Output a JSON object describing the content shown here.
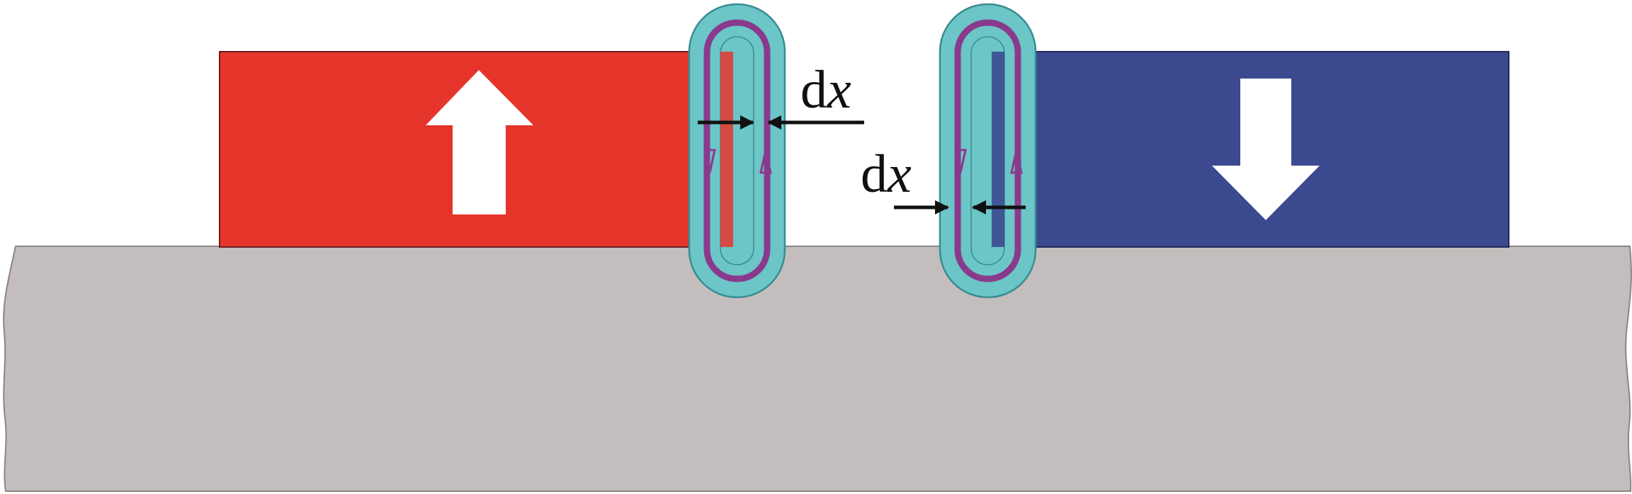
{
  "labels": {
    "dx_left": {
      "roman": "d",
      "italic": "x"
    },
    "dx_right": {
      "roman": "d",
      "italic": "x"
    }
  },
  "colors": {
    "substrate": "#c3bebd",
    "substrate_edge": "#8a8584",
    "magnet_up": "#e5352b",
    "magnet_down": "#3b4a8f",
    "coil_fill": "#6cc5c7",
    "coil_outline": "#3a8c90",
    "coil_wire": "#8a3a8c",
    "coil_core": "#6cc5c7",
    "arrow_white": "#ffffff",
    "dimension_arrow": "#111111"
  },
  "icons": {
    "magnet_left": "up-arrow-icon",
    "magnet_right": "down-arrow-icon",
    "coil_current_down": "current-arrow-down-icon",
    "coil_current_up": "current-arrow-up-icon",
    "dimension": "dimension-arrow-icon"
  }
}
